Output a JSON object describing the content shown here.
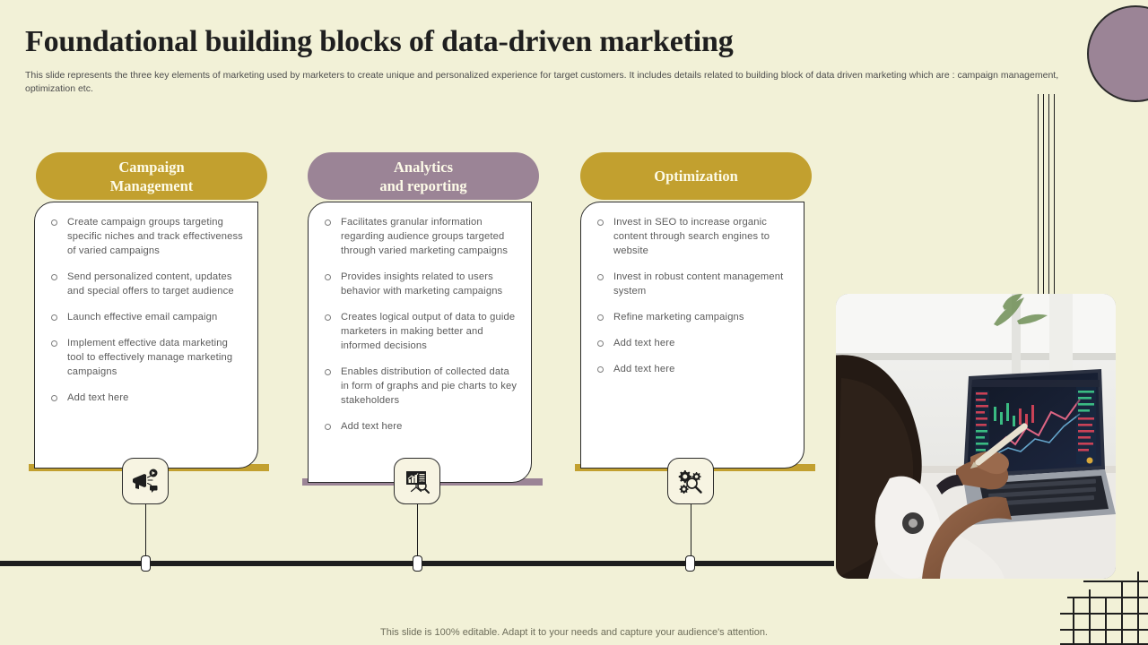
{
  "slide": {
    "title": "Foundational building blocks of data-driven marketing",
    "subtitle": "This slide represents the three key elements of marketing used by marketers to create unique and personalized experience for target customers. It includes details related to building block of data driven marketing which are : campaign management, optimization etc.",
    "footer": "This slide is 100% editable. Adapt it to your needs and capture your audience's attention."
  },
  "colors": {
    "background": "#f2f1d7",
    "gold": "#c2a02f",
    "purple": "#9b8496",
    "ink": "#1e1e1e",
    "card": "#ffffff",
    "badge": "#f7f4e2",
    "body_text": "#5b5b5b"
  },
  "columns": [
    {
      "id": "campaign-management",
      "heading_line1": "Campaign",
      "heading_line2": "Management",
      "accent": "gold",
      "icon": "megaphone-icon",
      "bullets": [
        "Create campaign groups targeting specific niches and track effectiveness of varied campaigns",
        "Send personalized content, updates and special offers to target audience",
        "Launch effective email campaign",
        "Implement effective data marketing tool to effectively manage marketing campaigns",
        "Add text here"
      ]
    },
    {
      "id": "analytics-and-reporting",
      "heading_line1": "Analytics",
      "heading_line2": "and reporting",
      "accent": "purple",
      "icon": "chart-search-icon",
      "bullets": [
        "Facilitates granular information regarding audience groups targeted through varied marketing campaigns",
        "Provides insights related to users behavior with marketing campaigns",
        "Creates logical output of data to guide marketers in making better and informed decisions",
        "Enables distribution of collected data in form of graphs and pie charts to key stakeholders",
        "Add text here"
      ]
    },
    {
      "id": "optimization",
      "heading_line1": "Optimization",
      "heading_line2": "",
      "accent": "gold",
      "icon": "gears-search-icon",
      "bullets": [
        "Invest in SEO to increase organic content through search engines to website",
        "Invest in robust content management system",
        "Refine marketing campaigns",
        "Add text here",
        "Add text here"
      ]
    }
  ],
  "photo": {
    "alt": "person pointing at stock trading charts on a laptop while holding a phone"
  }
}
